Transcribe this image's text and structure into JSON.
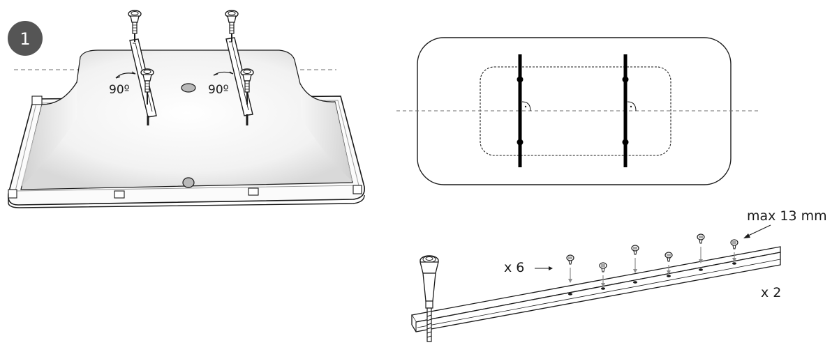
{
  "step": {
    "number": "1"
  },
  "panel_sink": {
    "angle_left": "90º",
    "angle_right": "90º"
  },
  "panel_rail": {
    "screw_count": "x 6",
    "rail_count": "x 2",
    "max_length": "max 13 mm"
  },
  "colors": {
    "step_badge": "#555555",
    "line": "#1a1a1a",
    "rail_bar": "#000000",
    "screw_arrow": "#8c8c8c",
    "dashed": "#6d6d6d"
  }
}
